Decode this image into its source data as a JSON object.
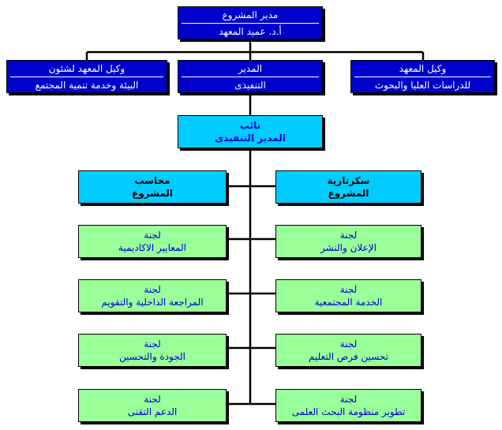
{
  "director": {
    "line1": "مدير المشروع",
    "line2": "أ.د. عميد المعهد"
  },
  "vice_environment": {
    "line1": "وكيل المعهد لشئون",
    "line2": "البيئة وخدمة تنمية المجتمع"
  },
  "executive_director": {
    "line1": "المدير",
    "line2": "التنفيذى"
  },
  "vice_graduate": {
    "line1": "وكيل المعهد",
    "line2": "للدراسات العليا والبحوث"
  },
  "deputy": {
    "line1": "نائب",
    "line2": "المدير التنفيذى"
  },
  "accountant": {
    "line1": "محاسب",
    "line2": "المشروع"
  },
  "secretary": {
    "line1": "سكرتارية",
    "line2": "المشروع"
  },
  "committees_left": [
    {
      "line1": "لجنة",
      "line2": "المعايير الاكاديمية"
    },
    {
      "line1": "لجنة",
      "line2": "المراجعة الداخلية والتقويم"
    },
    {
      "line1": "لجنة",
      "line2": "الجودة والتحسين"
    },
    {
      "line1": "لجنة",
      "line2": "الدعم التقنى"
    }
  ],
  "committees_right": [
    {
      "line1": "لجنة",
      "line2": "الإعلان والنشر"
    },
    {
      "line1": "لجنة",
      "line2": "الخدمة المجتمعية"
    },
    {
      "line1": "لجنة",
      "line2": "تحسين فرص التعليم"
    },
    {
      "line1": "لجنة",
      "line2": "تطوير منظومة البحث العلمى"
    }
  ],
  "colors": {
    "blue": "#0000cc",
    "cyan": "#00ccff",
    "green": "#99ff99",
    "line": "#000000"
  }
}
